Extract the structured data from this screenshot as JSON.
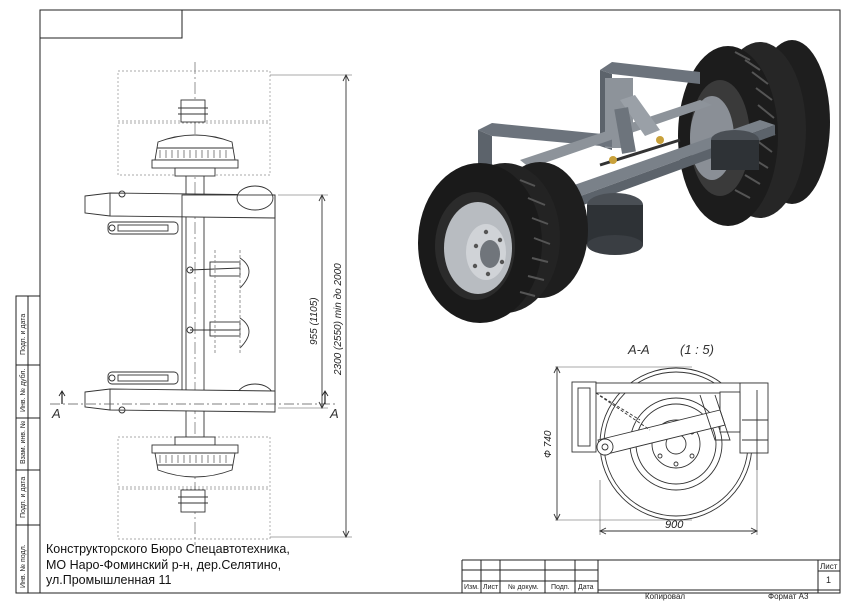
{
  "company": {
    "line1": "Конструкторского Бюро Спецавтотехника,",
    "line2": "МО Наро-Фоминский р-н, дер.Селятино,",
    "line3": "ул.Промышленная 11"
  },
  "side_stamp": {
    "labels": [
      "Подп. и дата",
      "Инв. № дубл.",
      "Взам. инв. №",
      "Подп. и дата",
      "Инв. № подл."
    ]
  },
  "title_block": {
    "col_labels": [
      "Изм.",
      "Лист",
      "№ докум.",
      "Подп.",
      "Дата"
    ],
    "sheet_label": "Лист",
    "sheet_number": "1",
    "copied_by": "Копировал",
    "format": "Формат А3"
  },
  "top_view": {
    "dim_955": "955 (1105)",
    "dim_2300": "2300 (2550) min до 2000",
    "section_mark_left": "A",
    "section_mark_right": "A"
  },
  "section_view": {
    "title": "A-A",
    "scale": "(1 : 5)",
    "dim_diameter": "Ф 740",
    "dim_width": "900"
  },
  "colors": {
    "line": "#333333",
    "hidden": "#999999",
    "steel": "#7d8590",
    "tire": "#1a1a1a"
  }
}
